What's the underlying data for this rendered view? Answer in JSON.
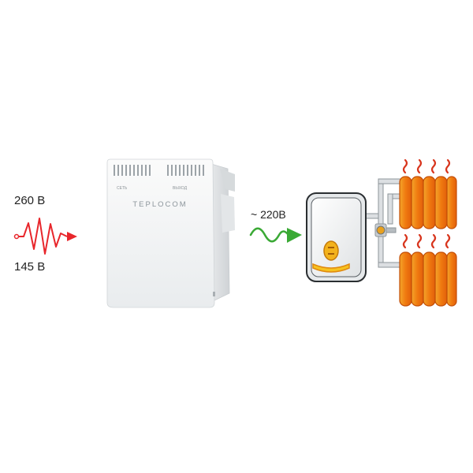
{
  "input_voltage": {
    "max_label": "260 В",
    "min_label": "145 В"
  },
  "stabilizer": {
    "brand": "TEPLOCOM",
    "left_caption": "СЕТЬ",
    "right_caption": "ВЫХОД"
  },
  "output_voltage": {
    "label": "~ 220В"
  },
  "colors": {
    "unstable_signal": "#e8262b",
    "stable_signal": "#3aa935",
    "radiator": "#f07a10",
    "heat_wave": "#d8351d"
  },
  "icons": [
    "unstable-voltage-icon",
    "stable-voltage-icon",
    "boiler-icon",
    "radiator-icon"
  ]
}
